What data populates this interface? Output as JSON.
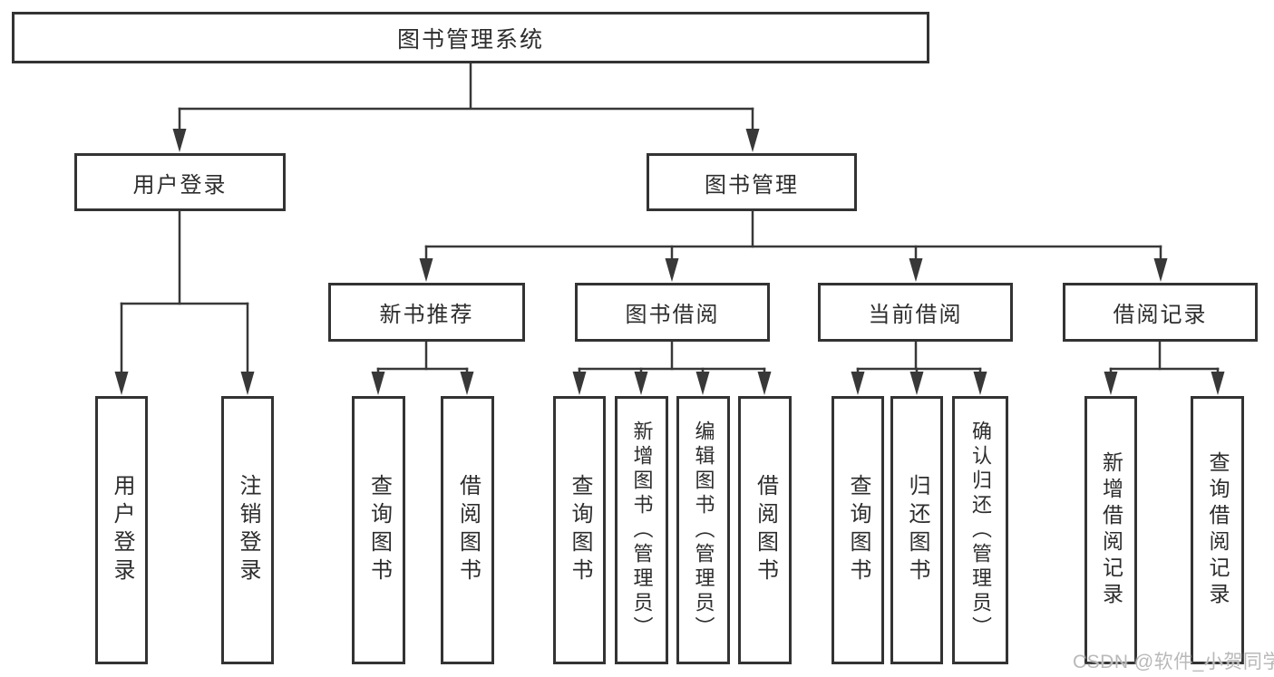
{
  "diagram_title": "图书管理系统",
  "watermark": "CSDN @软件_小贺同学",
  "colors": {
    "line": "#383838",
    "box_border": "#333333",
    "text": "#2d2d2d",
    "watermark": "#b9b9b9",
    "background": "#ffffff"
  },
  "nodes": {
    "root": {
      "label": "图书管理系统"
    },
    "level2": [
      {
        "id": "user-login",
        "label": "用户登录"
      },
      {
        "id": "book-management",
        "label": "图书管理"
      }
    ],
    "level3": [
      {
        "id": "new-book-recommend",
        "label": "新书推荐"
      },
      {
        "id": "book-borrowing",
        "label": "图书借阅"
      },
      {
        "id": "current-borrowing",
        "label": "当前借阅"
      },
      {
        "id": "borrowing-records",
        "label": "借阅记录"
      }
    ],
    "leaves": {
      "user_login": [
        {
          "label": "用户登录"
        },
        {
          "label": "注销登录"
        }
      ],
      "new_book_recommend": [
        {
          "label": "查询图书"
        },
        {
          "label": "借阅图书"
        }
      ],
      "book_borrowing": [
        {
          "label": "查询图书"
        },
        {
          "label": "新增图书（管理员）"
        },
        {
          "label": "编辑图书（管理员）"
        },
        {
          "label": "借阅图书"
        }
      ],
      "current_borrowing": [
        {
          "label": "查询图书"
        },
        {
          "label": "归还图书"
        },
        {
          "label": "确认归还（管理员）"
        }
      ],
      "borrowing_records": [
        {
          "label": "新增借阅记录"
        },
        {
          "label": "查询借阅记录"
        }
      ]
    }
  }
}
